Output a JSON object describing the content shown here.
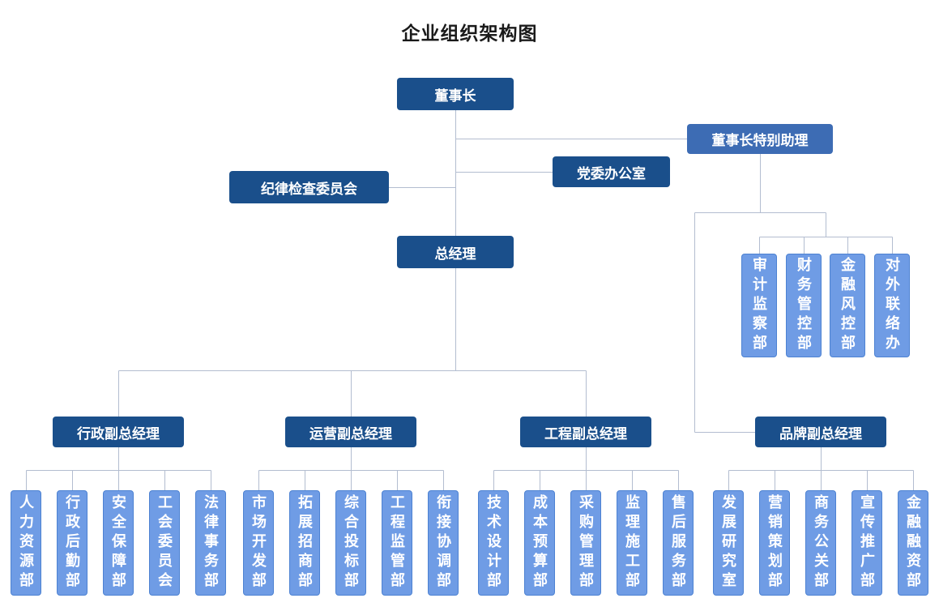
{
  "title": "企业组织架构图",
  "colors": {
    "primary_dark": "#1a4f8b",
    "primary_medium": "#3d6cb4",
    "primary_light": "#6f9ce5",
    "connector_line": "#b3bdd0"
  },
  "nodes": {
    "chairman": "董事长",
    "special_assistant": "董事长特别助理",
    "discipline_committee": "纪律检查委员会",
    "party_office": "党委办公室",
    "general_manager": "总经理",
    "vp_admin": "行政副总经理",
    "vp_operations": "运营副总经理",
    "vp_engineering": "工程副总经理",
    "vp_brand": "品牌副总经理"
  },
  "assistant_departments": [
    "审计监察部",
    "财务管控部",
    "金融风控部",
    "对外联络办"
  ],
  "admin_departments": [
    "人力资源部",
    "行政后勤部",
    "安全保障部",
    "工会委员会",
    "法律事务部"
  ],
  "operations_departments": [
    "市场开发部",
    "拓展招商部",
    "综合投标部",
    "工程监管部",
    "衔接协调部"
  ],
  "engineering_departments": [
    "技术设计部",
    "成本预算部",
    "采购管理部",
    "监理施工部",
    "售后服务部"
  ],
  "brand_departments": [
    "发展研究室",
    "营销策划部",
    "商务公关部",
    "宣传推广部",
    "金融融资部"
  ]
}
